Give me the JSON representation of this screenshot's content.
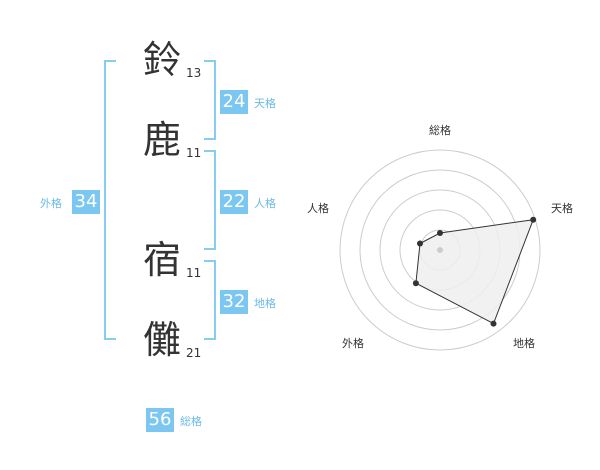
{
  "name_chars": [
    {
      "char": "鈴",
      "strokes": "13"
    },
    {
      "char": "鹿",
      "strokes": "11"
    },
    {
      "char": "宿",
      "strokes": "11"
    },
    {
      "char": "儺",
      "strokes": "21"
    }
  ],
  "fortunes": {
    "gaikaku": {
      "value": "34",
      "label": "外格"
    },
    "tenkaku": {
      "value": "24",
      "label": "天格"
    },
    "jinkaku": {
      "value": "22",
      "label": "人格"
    },
    "chikaku": {
      "value": "32",
      "label": "地格"
    },
    "soukaku": {
      "value": "56",
      "label": "総格"
    }
  },
  "colors": {
    "accent": "#7cc6f2",
    "text": "#333333",
    "grid": "#cccccc"
  },
  "chart_data": {
    "type": "radar",
    "axes": [
      "総格",
      "天格",
      "地格",
      "外格",
      "人格"
    ],
    "values": [
      0.17,
      0.98,
      0.91,
      0.41,
      0.21
    ],
    "rings": 5
  }
}
